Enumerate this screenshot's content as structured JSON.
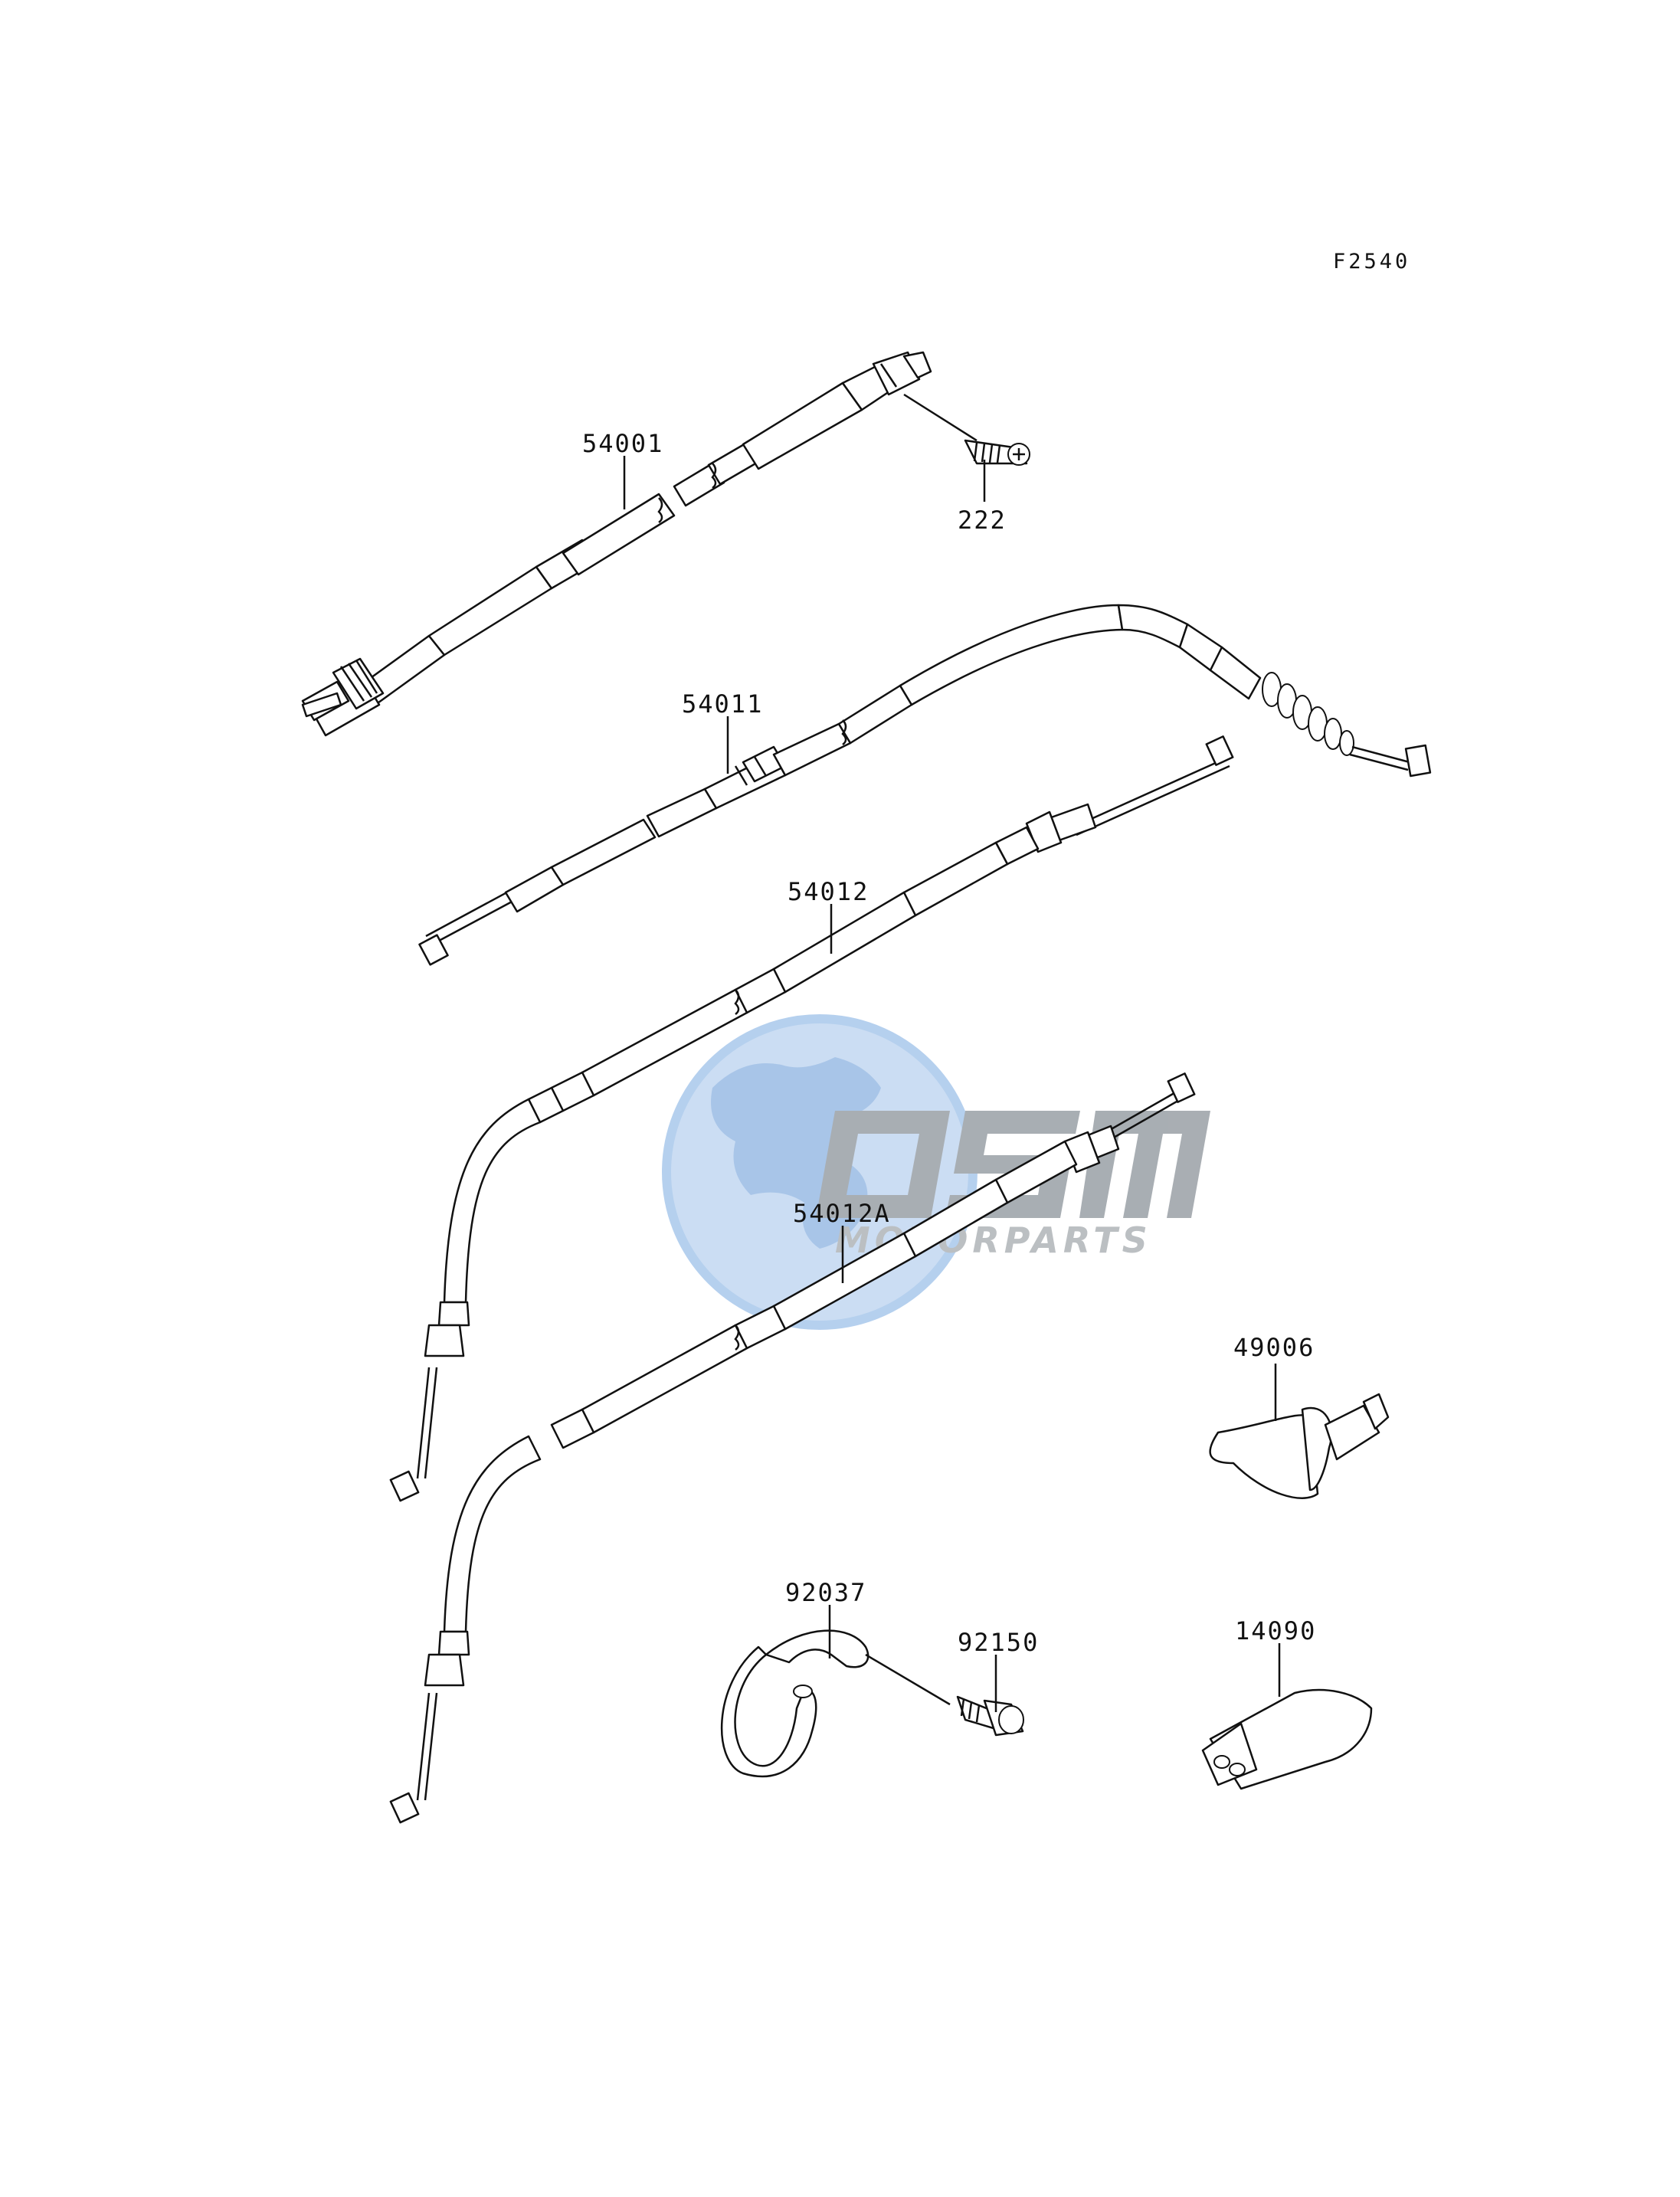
{
  "diagram": {
    "code": "F2540",
    "watermark": {
      "logo_text": "OSM",
      "tagline": "MOTORPARTS",
      "colors": {
        "globe": "#a9c8ec",
        "globe_light": "#d4e4f6",
        "letters": "#a0a4a8"
      }
    },
    "parts": [
      {
        "id": "p54001",
        "number": "54001"
      },
      {
        "id": "p222",
        "number": "222"
      },
      {
        "id": "p54011",
        "number": "54011"
      },
      {
        "id": "p54012",
        "number": "54012"
      },
      {
        "id": "p54012A",
        "number": "54012A"
      },
      {
        "id": "p49006",
        "number": "49006"
      },
      {
        "id": "p92037",
        "number": "92037"
      },
      {
        "id": "p92150",
        "number": "92150"
      },
      {
        "id": "p14090",
        "number": "14090"
      }
    ]
  }
}
